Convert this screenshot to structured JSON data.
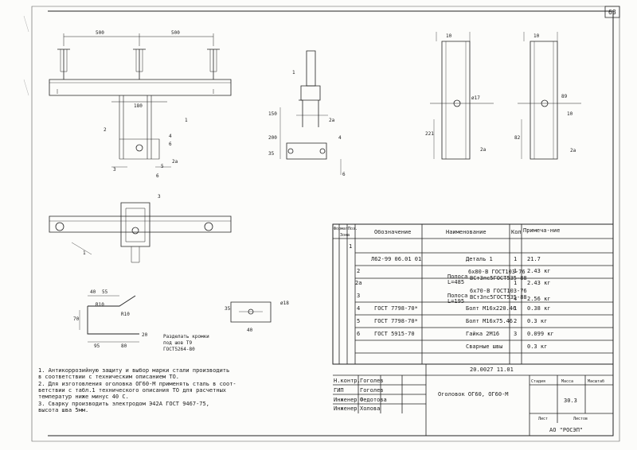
{
  "sheet_number": "68",
  "drawing": {
    "dims": {
      "left_span": "500",
      "right_span": "500",
      "channel_w": "180",
      "d150": "150",
      "d200": "200",
      "d35": "35",
      "d10a": "10",
      "d10b": "10",
      "d221": "221",
      "d82": "82",
      "d89": "89",
      "d10c": "10"
    },
    "part_labels": {
      "p1a": "1",
      "p1b": "1",
      "p2": "2",
      "p2a": "2а",
      "p2b": "2а",
      "p3": "3",
      "p3b": "3",
      "p4": "4",
      "p5": "5",
      "p6": "6",
      "p6b": "6",
      "p2c": "2а",
      "p2d": "2а",
      "p1c": "1",
      "p4b": "4",
      "p6c": "6"
    },
    "phi17": "ø17",
    "phi18": "ø18",
    "bend_dims": {
      "d40": "40",
      "d55": "55",
      "d70": "70",
      "r10a": "R10",
      "r10b": "R10",
      "d95": "95",
      "d80": "80",
      "d20": "20",
      "d35b": "35",
      "d40b": "40"
    },
    "weld_note": [
      "Разделать кромки",
      "под шов Т9",
      "ГОСТ5264-80"
    ]
  },
  "notes": [
    "1. Антикоррозийную защиту и выбор марки стали производить",
    "    в соответствии с техническим описанием ТО.",
    "2. Для изготовления оголовка ОГ60-М применять сталь в соот-",
    "    ветствии с табл.1 технического описания ТО для расчетных",
    "    температур ниже минус 40 С.",
    "3. Сварку производить электродом Э42А ГОСТ 9467-75,",
    "    высота шва 5мм."
  ],
  "spec_table": {
    "headers": {
      "format": "Формат",
      "zone": "Зона",
      "pos": "Поз.",
      "designation": "Обозначение",
      "name": "Наименование",
      "qty": "Кол",
      "note": "Примеча-ние"
    },
    "rows": [
      {
        "pos": "1",
        "designation": "Л62-99 06.01 01",
        "name": "Деталь 1",
        "qty": "1",
        "note": "21.7"
      },
      {
        "pos": "2",
        "designation": "",
        "name": "",
        "qty": "1",
        "note": "2.43 кг"
      },
      {
        "pos": "2а",
        "designation": "",
        "name": "",
        "qty": "1",
        "note": "2.43 кг"
      },
      {
        "pos": "3",
        "designation": "",
        "name": "",
        "qty": "4",
        "note": "2.56 кг"
      },
      {
        "pos": "4",
        "designation": "ГОСТ 7798-70*",
        "name": "Болт М16х220.46",
        "qty": "1",
        "note": "0.38 кг"
      },
      {
        "pos": "5",
        "designation": "ГОСТ 7798-70*",
        "name": "Болт М16х75.46",
        "qty": "2",
        "note": "0.3 кг"
      },
      {
        "pos": "6",
        "designation": "ГОСТ 5915-70",
        "name": "Гайка 2М16",
        "qty": "3",
        "note": "0.099 кг"
      },
      {
        "pos": "",
        "designation": "",
        "name": "Сварные швы",
        "qty": "",
        "note": "0.3 кг"
      }
    ],
    "strip_a": {
      "line1": "Полоса",
      "line2": "L=485",
      "spec1": "6х80-В ГОСТ103-76",
      "spec2": "ВСт3пс5ГОСТ535-88"
    },
    "strip_b": {
      "line1": "Полоса",
      "line2": "L=195",
      "spec1": "6х70-В ГОСТ103-76",
      "spec2": "ВСт3пс5ГОСТ535-88"
    }
  },
  "title_block": {
    "code": "20.0027   11.01",
    "title": "Оголовок ОГ60, ОГ60-М",
    "stage_h": "Стадия",
    "mass_h": "Масса",
    "scale_h": "Масштаб",
    "mass": "30.3",
    "sheet_h": "Лист",
    "sheets_h": "Листов",
    "org": "АО \"РОСЭП\"",
    "people": [
      {
        "role": "Н.контр.",
        "name": "Гоголев"
      },
      {
        "role": "ГИП",
        "name": "Гоголев"
      },
      {
        "role": "Инженер",
        "name": "Федотова"
      },
      {
        "role": "Инженер",
        "name": "Холова"
      }
    ]
  }
}
